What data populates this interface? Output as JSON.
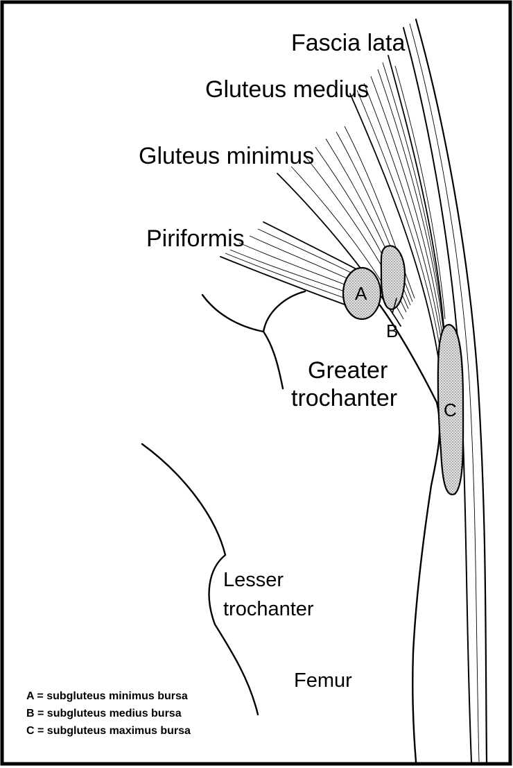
{
  "labels": {
    "fascia_lata": "Fascia lata",
    "gluteus_medius": "Gluteus medius",
    "gluteus_minimus": "Gluteus minimus",
    "piriformis": "Piriformis",
    "greater_trochanter_line1": "Greater",
    "greater_trochanter_line2": "trochanter",
    "lesser_trochanter_line1": "Lesser",
    "lesser_trochanter_line2": "trochanter",
    "femur": "Femur"
  },
  "bursae": {
    "a": "A",
    "b": "B",
    "c": "C"
  },
  "legend": [
    "A = subgluteus minimus bursa",
    "B = subgluteus medius bursa",
    "C = subgluteus maximus bursa"
  ]
}
